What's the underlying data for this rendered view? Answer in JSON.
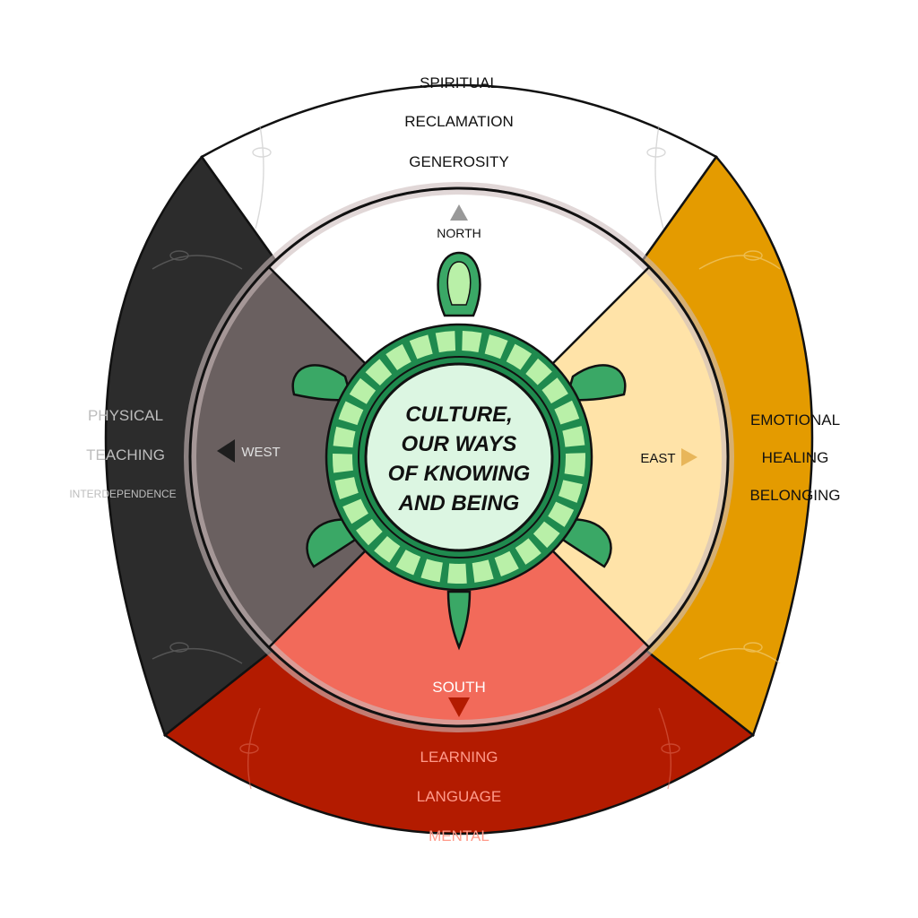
{
  "center": {
    "lines": [
      "CULTURE,",
      "OUR WAYS",
      "OF KNOWING",
      "AND BEING"
    ]
  },
  "north": {
    "direction": "NORTH",
    "words": [
      "SPIRITUAL",
      "RECLAMATION",
      "GENEROSITY"
    ],
    "outer_color": "#ffffff",
    "inner_color": "#ffffff",
    "text_color": "#111111",
    "arrow_color": "#999999"
  },
  "east": {
    "direction": "EAST",
    "words": [
      "EMOTIONAL",
      "HEALING",
      "BELONGING"
    ],
    "outer_color": "#e49b00",
    "inner_color": "#ffe3a8",
    "text_color": "#111111",
    "arrow_color": "#e8b65a"
  },
  "south": {
    "direction": "SOUTH",
    "words": [
      "LEARNING",
      "LANGUAGE",
      "MENTAL"
    ],
    "outer_color": "#b31b00",
    "inner_color": "#f26a5a",
    "text_color": "#ff9a8a",
    "arrow_color": "#b31b00"
  },
  "west": {
    "direction": "WEST",
    "words": [
      "PHYSICAL",
      "TEACHING",
      "INTERDEPENDENCE"
    ],
    "outer_color": "#2c2c2c",
    "inner_color": "#6a6060",
    "text_color": "#bdbdbd",
    "arrow_color": "#1e1e1e"
  },
  "turtle": {
    "shell_dark": "#1f8a4e",
    "shell_mid": "#3aa866",
    "shell_light": "#b9f0a8",
    "center_fill": "#dcf6e2"
  }
}
